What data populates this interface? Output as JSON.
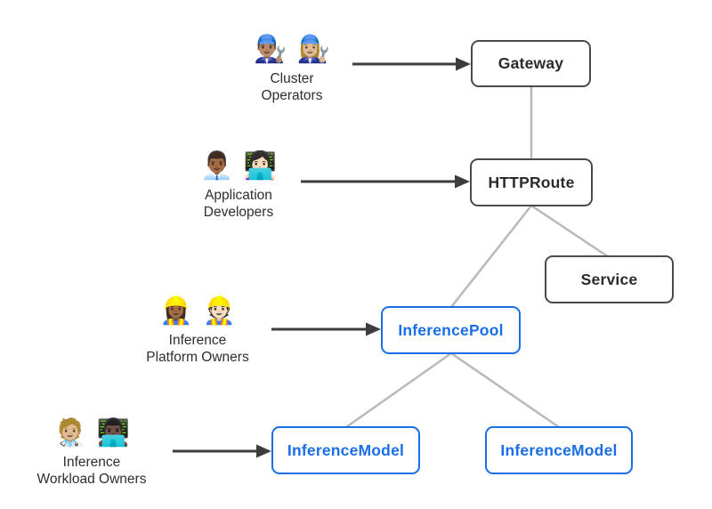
{
  "diagram": {
    "description": "Gateway API inference extension resource relationships"
  },
  "colors": {
    "background": "#ffffff",
    "box_border_dark": "#4a4a4a",
    "box_text_dark": "#2b2b2b",
    "accent_blue": "#1a6ee8",
    "connector_gray": "#b9b9b9",
    "arrow_dark": "#3d3d3d"
  },
  "personas": [
    {
      "name": "Cluster Operators",
      "emoji1": "👨🏽‍🔧",
      "emoji2": "👩🏼‍🔧",
      "label_line1": "Cluster",
      "label_line2": "Operators",
      "points_to": "Gateway"
    },
    {
      "name": "Application Developers",
      "emoji1": "👨🏾‍💼",
      "emoji2": "👩🏻‍💻",
      "label_line1": "Application",
      "label_line2": "Developers",
      "points_to": "HTTPRoute"
    },
    {
      "name": "Inference Platform Owners",
      "emoji1": "👷🏾‍♀️",
      "emoji2": "👷🏻",
      "label_line1": "Inference",
      "label_line2": "Platform Owners",
      "points_to": "InferencePool"
    },
    {
      "name": "Inference Workload Owners",
      "emoji1": "🧑🏼‍⚕️",
      "emoji2": "👨🏿‍💻",
      "label_line1": "Inference",
      "label_line2": "Workload Owners",
      "points_to": "InferenceModel"
    }
  ],
  "nodes": [
    {
      "id": "gateway",
      "label": "Gateway",
      "style": "dark"
    },
    {
      "id": "httproute",
      "label": "HTTPRoute",
      "style": "dark"
    },
    {
      "id": "service",
      "label": "Service",
      "style": "dark"
    },
    {
      "id": "inferencepool",
      "label": "InferencePool",
      "style": "blue"
    },
    {
      "id": "inferencemodel-left",
      "label": "InferenceModel",
      "style": "blue"
    },
    {
      "id": "inferencemodel-right",
      "label": "InferenceModel",
      "style": "blue"
    }
  ],
  "edges": [
    {
      "from": "gateway",
      "to": "httproute"
    },
    {
      "from": "httproute",
      "to": "inferencepool"
    },
    {
      "from": "httproute",
      "to": "service"
    },
    {
      "from": "inferencepool",
      "to": "inferencemodel-left"
    },
    {
      "from": "inferencepool",
      "to": "inferencemodel-right"
    }
  ]
}
